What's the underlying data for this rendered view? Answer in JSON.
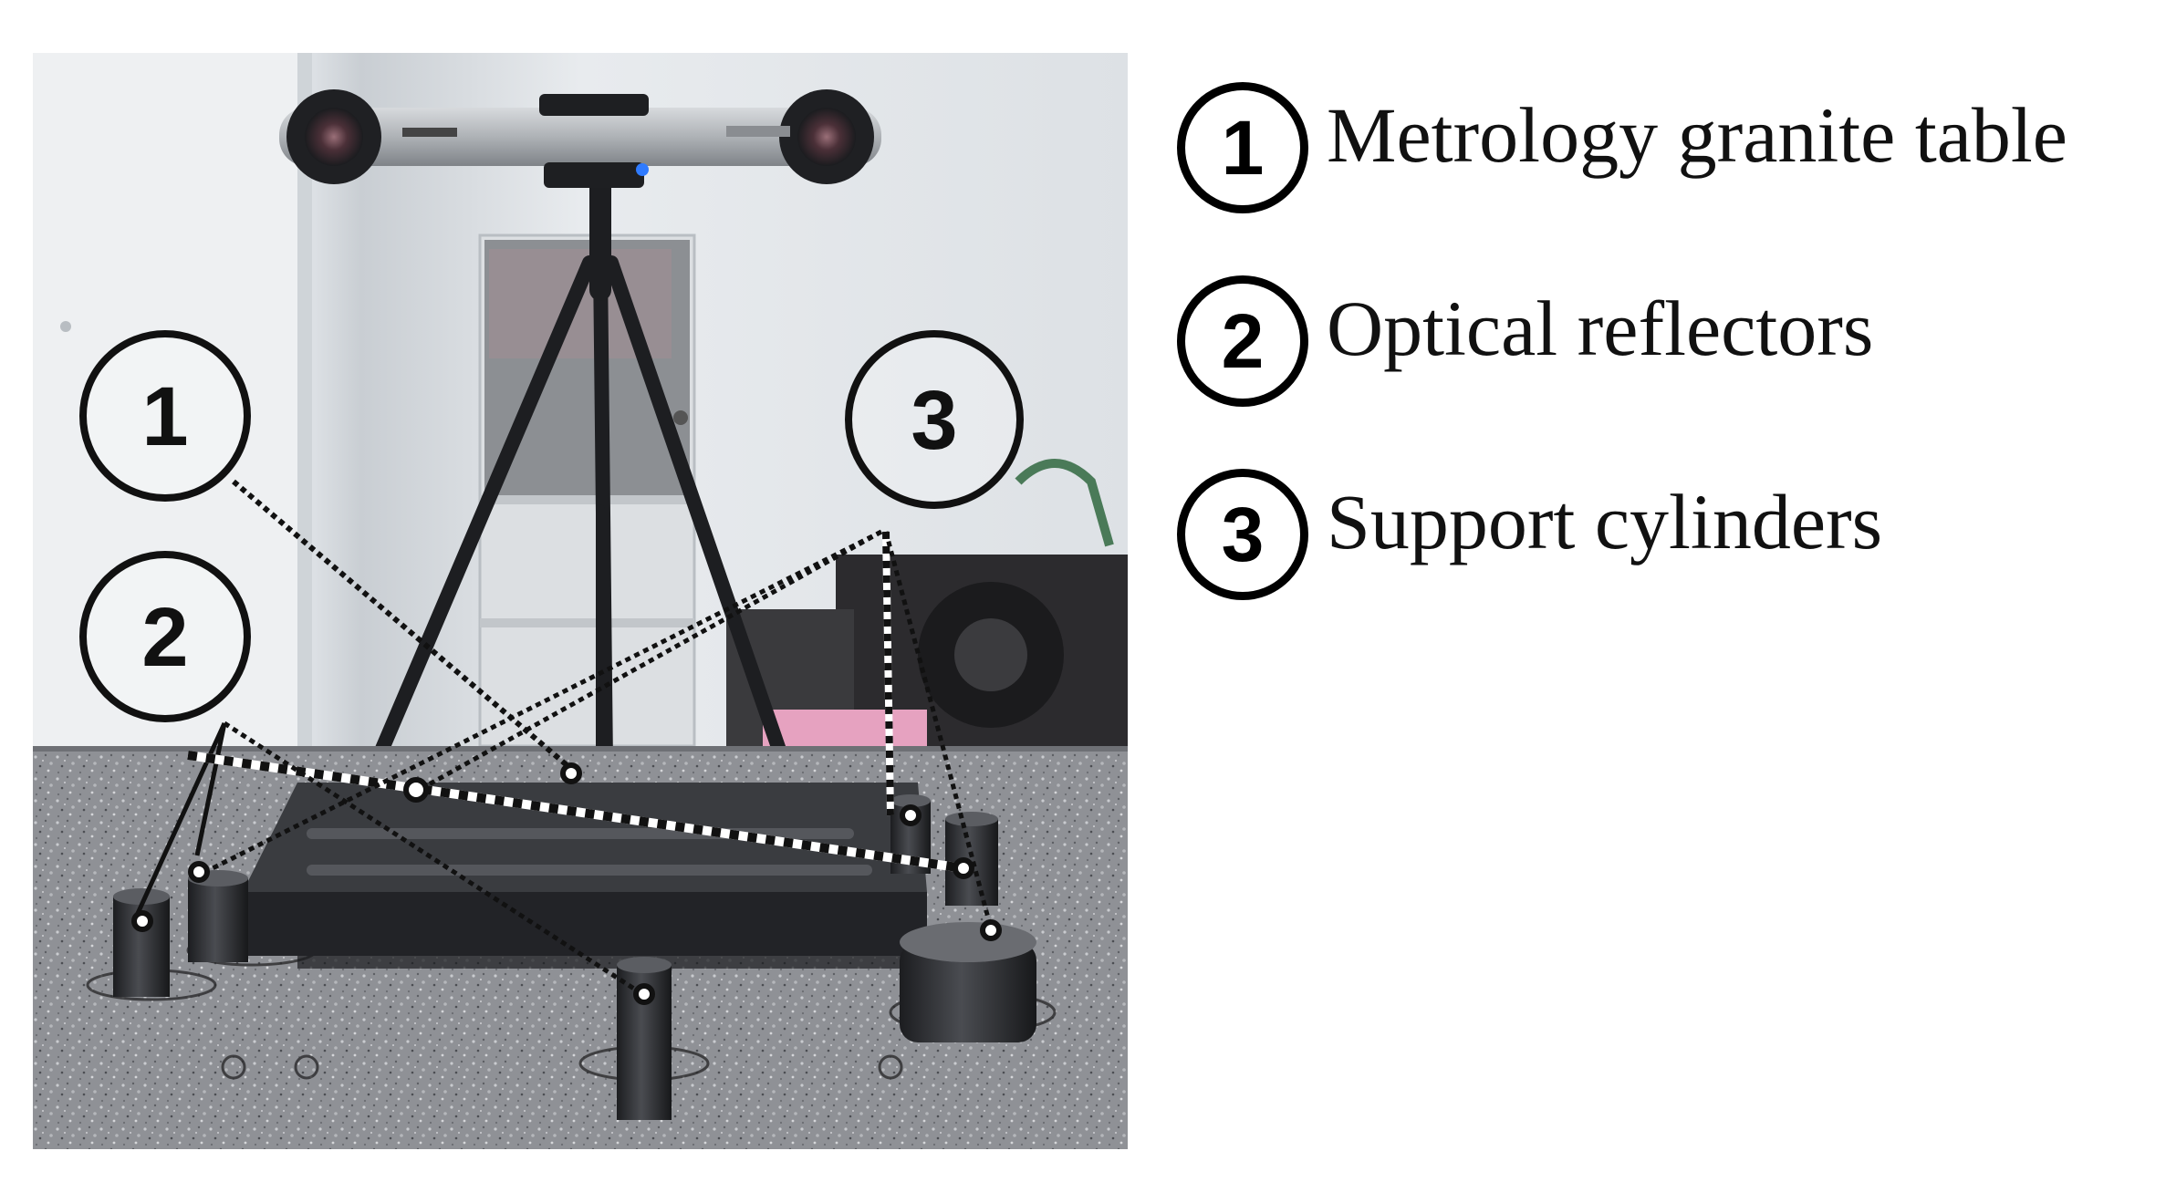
{
  "figure": {
    "photo_callouts": [
      "1",
      "2",
      "3"
    ],
    "legend": [
      {
        "num": "1",
        "label": "Metrology granite table"
      },
      {
        "num": "2",
        "label": "Optical reflectors"
      },
      {
        "num": "3",
        "label": "Support cylinders"
      }
    ],
    "colors": {
      "granite": "#8f9196",
      "wall": "#e9ecef",
      "camera_bar": "#b9bcc0",
      "plate": "#2b2d31",
      "callout_line": "#1a1a1a",
      "led": "#2f7bff"
    },
    "icons": [
      "tracking-camera-icon",
      "tripod-icon",
      "reflector-dot-icon",
      "support-cylinder-icon"
    ]
  }
}
